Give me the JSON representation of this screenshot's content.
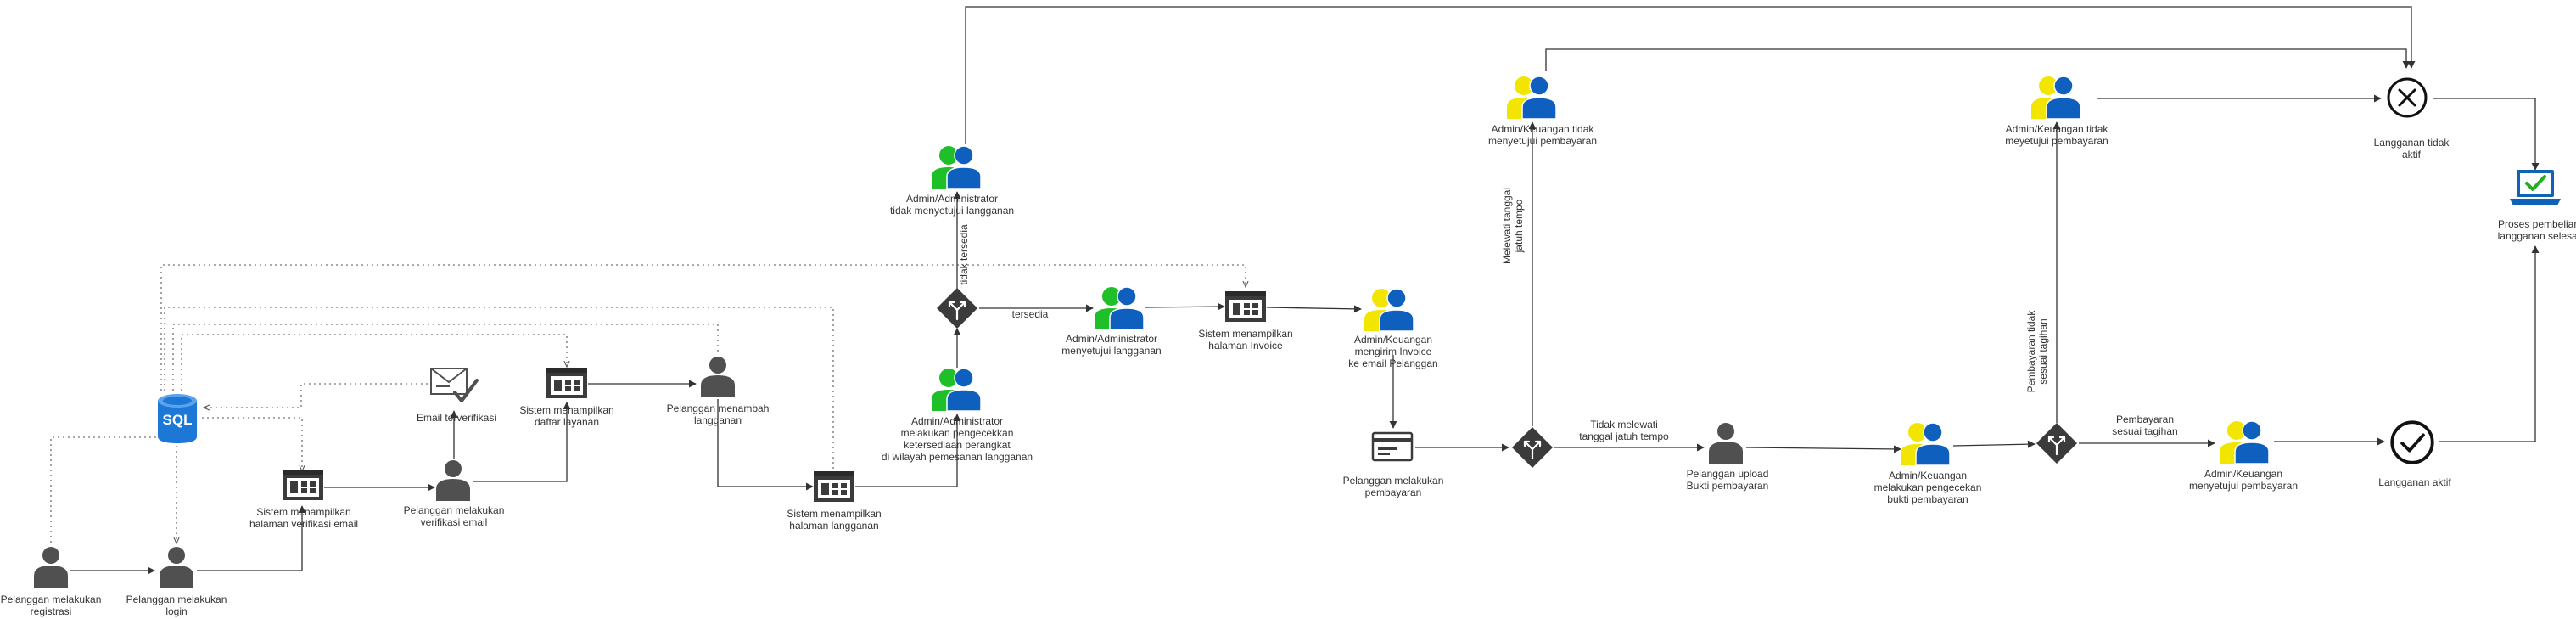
{
  "labels": {
    "reg": [
      "Pelanggan melakukan",
      "registrasi"
    ],
    "login": [
      "Pelanggan melakukan",
      "login"
    ],
    "sys_verif": [
      "Sistem menampilkan",
      "halaman verifikasi email"
    ],
    "verif": [
      "Pelanggan melakukan",
      "verifikasi email"
    ],
    "email_ok": [
      "Email terverifikasi"
    ],
    "sys_daftar": [
      "Sistem menampilkan",
      "daftar layanan"
    ],
    "add_sub": [
      "Pelanggan menambah",
      "langganan"
    ],
    "sys_langganan": [
      "Sistem menampilkan",
      "halaman langganan"
    ],
    "admin_check": [
      "Admin/Administrator",
      "melakukan pengecekkan",
      "ketersediaan perangkat",
      "di wilayah pemesanan langganan"
    ],
    "admin_reject": [
      "Admin/Administrator",
      "tidak menyetujui langganan"
    ],
    "admin_approve": [
      "Admin/Administrator",
      "menyetujui langganan"
    ],
    "sys_invoice": [
      "Sistem menampilkan",
      "halaman Invoice"
    ],
    "fin_invoice": [
      "Admin/Keuangan",
      "mengirim Invoice",
      "ke email Pelanggan"
    ],
    "pay": [
      "Pelanggan melakukan",
      "pembayaran"
    ],
    "fin_reject1": [
      "Admin/Keuangan tidak",
      "menyetujui pembayaran"
    ],
    "upload": [
      "Pelanggan upload",
      "Bukti pembayaran"
    ],
    "fin_check": [
      "Admin/Keuangan",
      "melakukan pengecekan",
      "bukti pembayaran"
    ],
    "fin_reject2": [
      "Admin/Keuangan tidak",
      "meyetujui pembayaran"
    ],
    "fin_approve": [
      "Admin/Keuangan",
      "menyetujui pembayaran"
    ],
    "inactive": [
      "Langganan tidak",
      "aktif"
    ],
    "active": [
      "Langganan aktif"
    ],
    "done": [
      "Proses pembelian",
      "langganan selesai"
    ],
    "sql": "SQL"
  },
  "edge_labels": {
    "tidak_tersedia": "tidak tersedia",
    "tersedia": "tersedia",
    "melewati": [
      "Melewati tanggal",
      "jatuh tempo"
    ],
    "tidak_melewati": [
      "Tidak melewati",
      "tanggal jatuh tempo"
    ],
    "tidak_sesuai": [
      "Pembayaran tidak",
      "sesuai tagihan"
    ],
    "sesuai": [
      "Pembayaran",
      "sesuai tagihan"
    ]
  },
  "colors": {
    "stroke": "#333333",
    "person": "#505050",
    "db": "#1d77d6",
    "user_blue": "#0f5fbf",
    "user_green": "#1fbf2a",
    "user_yellow": "#f2e600",
    "laptop": "#0e63b8",
    "check": "#20b020"
  }
}
